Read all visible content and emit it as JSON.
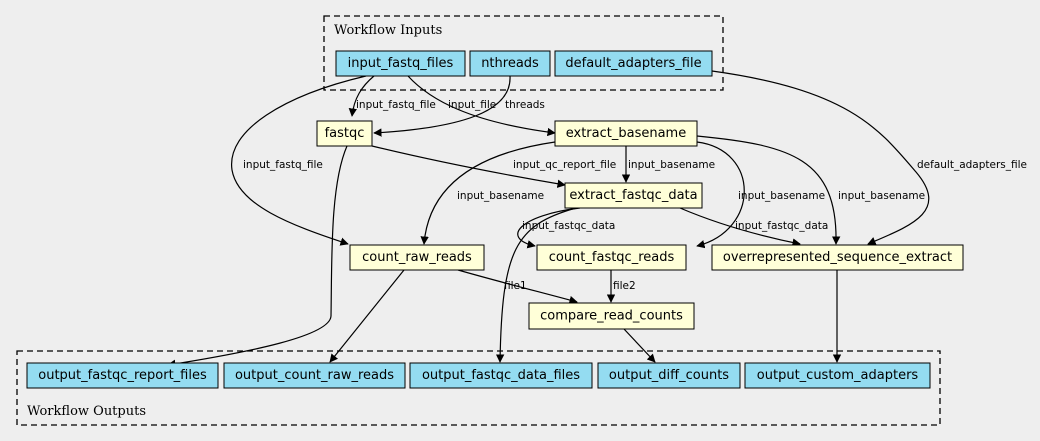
{
  "colors": {
    "io_node": "#94dcf1",
    "step_node": "#ffffd8",
    "background": "#eeeeee"
  },
  "clusters": {
    "inputs": {
      "label": "Workflow Inputs"
    },
    "outputs": {
      "label": "Workflow Outputs"
    }
  },
  "nodes": {
    "input_fastq_files": "input_fastq_files",
    "nthreads": "nthreads",
    "default_adapters_file": "default_adapters_file",
    "fastqc": "fastqc",
    "extract_basename": "extract_basename",
    "extract_fastqc_data": "extract_fastqc_data",
    "count_raw_reads": "count_raw_reads",
    "count_fastqc_reads": "count_fastqc_reads",
    "overrepresented_sequence_extract": "overrepresented_sequence_extract",
    "compare_read_counts": "compare_read_counts",
    "output_fastqc_report_files": "output_fastqc_report_files",
    "output_count_raw_reads": "output_count_raw_reads",
    "output_fastqc_data_files": "output_fastqc_data_files",
    "output_diff_counts": "output_diff_counts",
    "output_custom_adapters": "output_custom_adapters"
  },
  "edge_labels": {
    "e1": "input_fastq_file",
    "e2": "input_file",
    "e3": "threads",
    "e4": "input_fastq_file",
    "e5": "default_adapters_file",
    "e6": "input_qc_report_file",
    "e7": "input_basename",
    "e8": "input_basename",
    "e9": "input_basename",
    "e10": "input_basename",
    "e11": "input_fastqc_data",
    "e12": "input_fastqc_data",
    "e13": "file1",
    "e14": "file2"
  }
}
